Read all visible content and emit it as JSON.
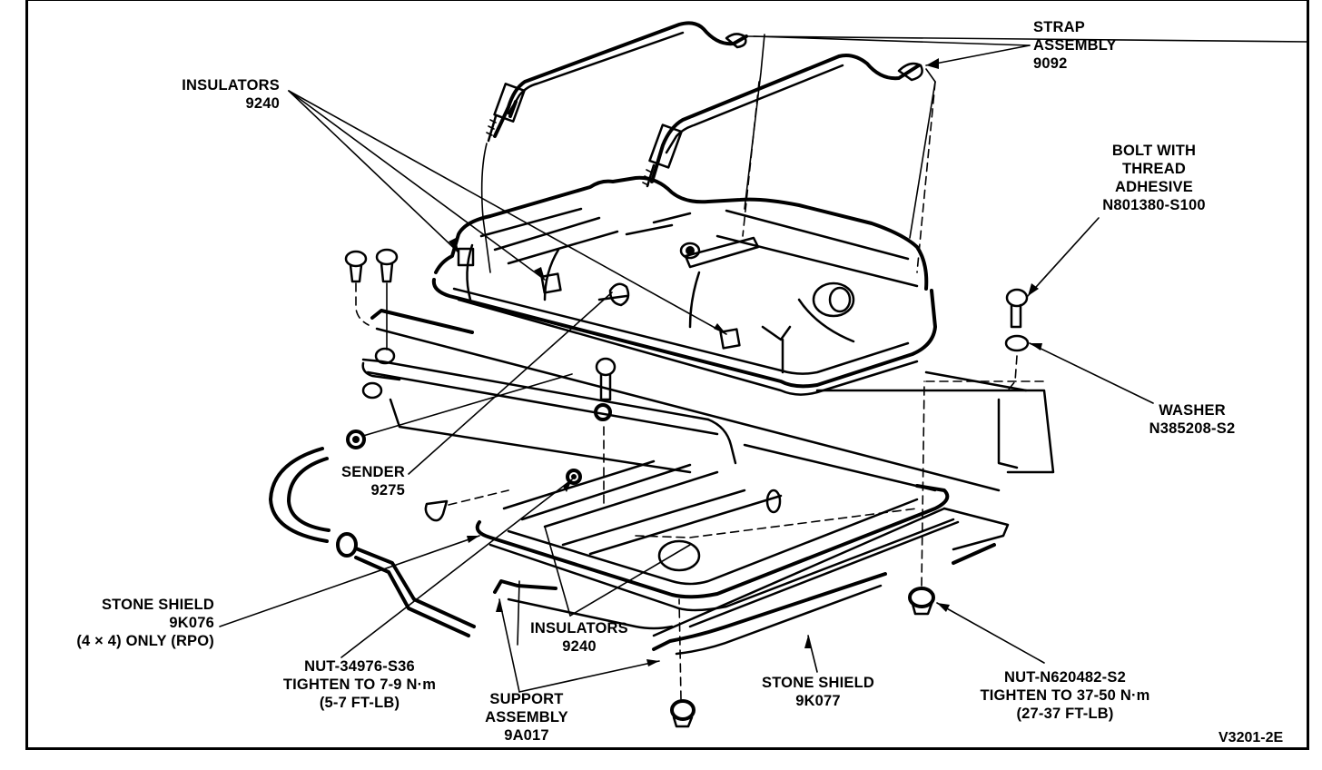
{
  "diagram": {
    "title": "Fuel tank, strap assembly and stone shield installation (exploded view)",
    "figure_code": "V3201-2E",
    "colors": {
      "ink": "#000000",
      "paper": "#ffffff"
    },
    "callouts": {
      "strap_assembly": {
        "lines": [
          "STRAP",
          "ASSEMBLY",
          "9092"
        ]
      },
      "insulators_top": {
        "lines": [
          "INSULATORS",
          "9240"
        ]
      },
      "bolt_with_thread_adhesive": {
        "lines": [
          "BOLT WITH",
          "THREAD",
          "ADHESIVE",
          "N801380-S100"
        ]
      },
      "washer": {
        "lines": [
          "WASHER",
          "N385208-S2"
        ]
      },
      "sender": {
        "lines": [
          "SENDER",
          "9275"
        ]
      },
      "stone_shield_4x4": {
        "lines": [
          "STONE SHIELD",
          "9K076",
          "(4 × 4) ONLY (RPO)"
        ]
      },
      "nut_small": {
        "lines": [
          "NUT-34976-S36",
          "TIGHTEN TO 7-9 N·m",
          "(5-7 FT-LB)"
        ]
      },
      "insulators_bottom": {
        "lines": [
          "INSULATORS",
          "9240"
        ]
      },
      "support_assembly": {
        "lines": [
          "SUPPORT",
          "ASSEMBLY",
          "9A017"
        ]
      },
      "stone_shield_9k077": {
        "lines": [
          "STONE SHIELD",
          "9K077"
        ]
      },
      "nut_large": {
        "lines": [
          "NUT-N620482-S2",
          "TIGHTEN TO 37-50 N·m",
          "(27-37 FT-LB)"
        ]
      }
    },
    "components": [
      {
        "name": "fuel-tank"
      },
      {
        "name": "strap-assembly",
        "count": 2
      },
      {
        "name": "insulator",
        "count": 4
      },
      {
        "name": "sender"
      },
      {
        "name": "support-assembly"
      },
      {
        "name": "stone-shield-9k076"
      },
      {
        "name": "stone-shield-9k077"
      },
      {
        "name": "bolt",
        "count": 4
      },
      {
        "name": "washer"
      },
      {
        "name": "nut",
        "count": 3
      }
    ]
  }
}
